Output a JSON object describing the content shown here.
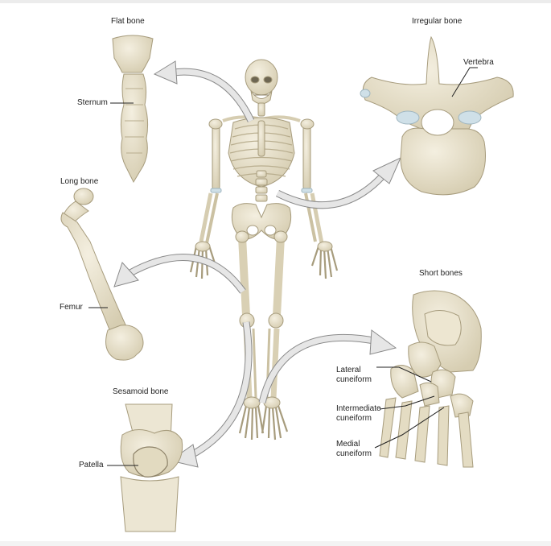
{
  "colors": {
    "bone_fill": "#e9e2cc",
    "bone_shade": "#cbc1a2",
    "bone_outline": "#a79c7d",
    "cartilage": "#cfe0e8",
    "arrow_fill": "#e6e6e6",
    "arrow_outline": "#8a8a8a",
    "leader_line": "#222222"
  },
  "panels": {
    "flat": {
      "title": "Flat bone",
      "label": "Sternum",
      "icon": "sternum-icon"
    },
    "irregular": {
      "title": "Irregular bone",
      "label": "Vertebra",
      "icon": "vertebra-icon"
    },
    "long": {
      "title": "Long bone",
      "label": "Femur",
      "icon": "femur-icon"
    },
    "short": {
      "title": "Short bones",
      "labels": {
        "lateral": "Lateral\ncuneiform",
        "intermediate": "Intermediate\ncuneiform",
        "medial": "Medial\ncuneiform"
      },
      "icon": "foot-bones-icon"
    },
    "sesamoid": {
      "title": "Sesamoid bone",
      "label": "Patella",
      "icon": "knee-patella-icon"
    }
  },
  "center": {
    "icon": "skeleton-icon"
  }
}
